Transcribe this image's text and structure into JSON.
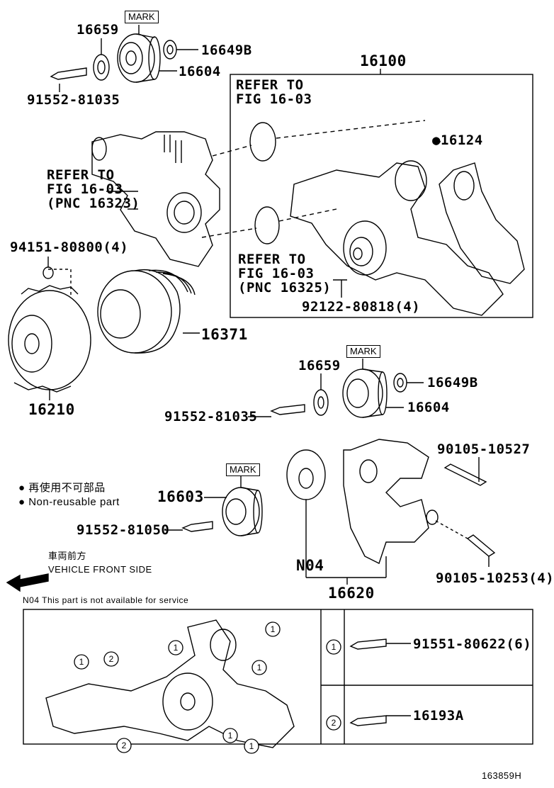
{
  "labels": {
    "p16659_top": "16659",
    "mark_top": "MARK",
    "p16649b_top": "16649B",
    "p16604_top": "16604",
    "p91552_81035_top": "91552-81035",
    "p16100": "16100",
    "refer_upper_1": "REFER TO",
    "refer_upper_2": "FIG 16-03",
    "p16124": "●16124",
    "refer_left_1": "REFER TO",
    "refer_left_2": "FIG 16-03",
    "refer_left_3": "(PNC 16323)",
    "refer_lower_1": "REFER TO",
    "refer_lower_2": "FIG 16-03",
    "refer_lower_3": "(PNC 16325)",
    "p92122": "92122-80818(4)",
    "p94151": "94151-80800(4)",
    "p16371": "16371",
    "p16210": "16210",
    "mark_mid": "MARK",
    "p16659_mid": "16659",
    "p16649b_mid": "16649B",
    "p16604_mid": "16604",
    "p91552_81035_mid": "91552-81035",
    "p90105_10527": "90105-10527",
    "mark_low": "MARK",
    "p16603": "16603",
    "p91552_81050": "91552-81050",
    "legend_jp": "● 再使用不可部品",
    "legend_en": "● Non-reusable part",
    "front_jp": "車両前方",
    "front_en": "VEHICLE FRONT SIDE",
    "n04": "N04",
    "p90105_10253": "90105-10253(4)",
    "p16620": "16620",
    "note_n04": "N04  This part is not available for service",
    "table_1": "1",
    "table_2": "2",
    "p91551": "91551-80622(6)",
    "p16193a": "16193A",
    "fig_id": "163859H"
  },
  "callouts": [
    "1",
    "2",
    "1",
    "1",
    "1",
    "1",
    "1",
    "2",
    "1",
    "1"
  ]
}
